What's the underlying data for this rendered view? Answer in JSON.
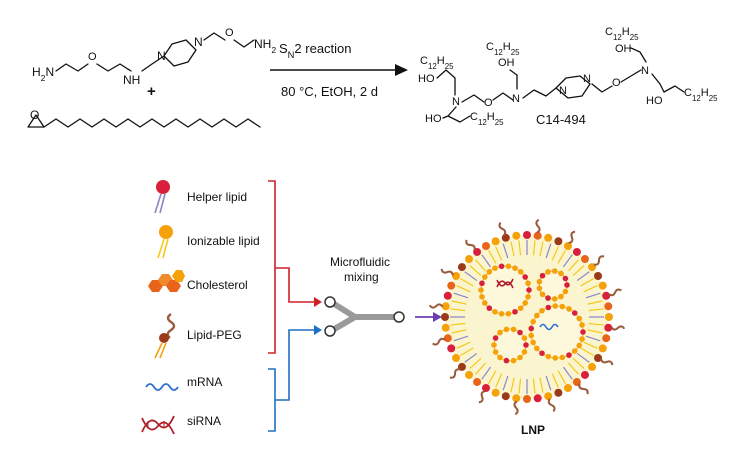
{
  "reaction": {
    "amine_labels": {
      "left_nh2": "H2N",
      "nh": "NH",
      "n1": "N",
      "n2": "N",
      "right_nh2": "NH2"
    },
    "epoxide_label": "O",
    "plus": "+",
    "condition_top": "SN2 reaction",
    "condition_bottom": "80 °C, EtOH, 2 d",
    "product_name": "C14-494",
    "product_labels": {
      "c12": "C12H25",
      "ho": "HO",
      "oh": "OH",
      "n": "N",
      "o": "O"
    }
  },
  "components": [
    {
      "label": "Helper lipid",
      "icon": "helper-lipid-icon"
    },
    {
      "label": "Ionizable lipid",
      "icon": "ionizable-lipid-icon"
    },
    {
      "label": "Cholesterol",
      "icon": "cholesterol-icon"
    },
    {
      "label": "Lipid-PEG",
      "icon": "lipid-peg-icon"
    },
    {
      "label": "mRNA",
      "icon": "mrna-icon"
    },
    {
      "label": "siRNA",
      "icon": "sirna-icon"
    }
  ],
  "mixing": {
    "label_line1": "Microfluidic",
    "label_line2": "mixing"
  },
  "product": {
    "label": "LNP"
  },
  "colors": {
    "lipid_bracket": "#d0202a",
    "rna_bracket": "#1f6fc4",
    "arrow_purple": "#6a3fb0",
    "chip_gray": "#9a9a9a",
    "helper_head": "#d8203c",
    "ionizable_head": "#f5a10a",
    "cholesterol": "#e8641a",
    "peg": "#9a5a3a",
    "mrna": "#2a6fd1",
    "sirna": "#b0202a",
    "core_fill": "#fbf5cf"
  }
}
